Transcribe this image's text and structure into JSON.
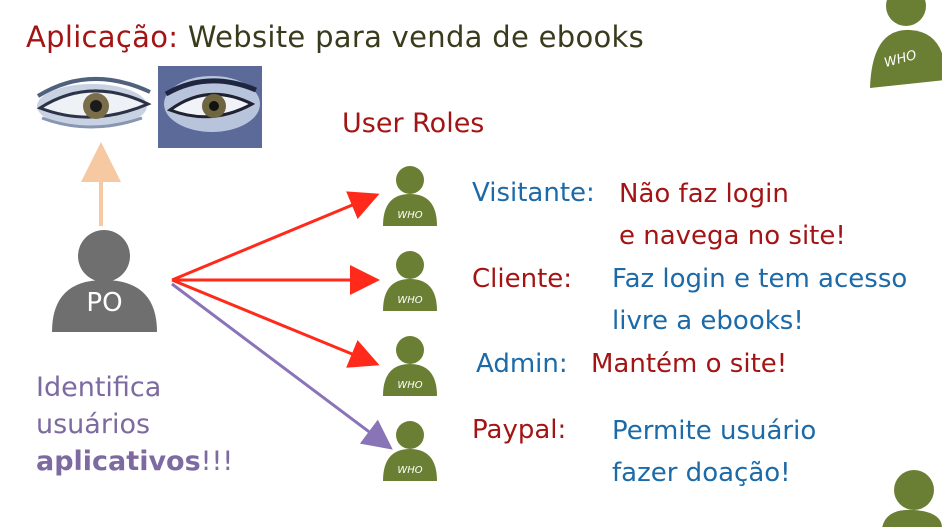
{
  "title": {
    "label": "Aplicação:",
    "text": "Website para venda de ebooks"
  },
  "roles_heading": "User Roles",
  "po_label": "PO",
  "identifica": {
    "line1": "Identifica",
    "line2": "usuários",
    "bold": "aplicativos",
    "suffix": "!!!"
  },
  "who_label": "WHO",
  "roles": [
    {
      "label": "Visitante:",
      "desc_line1": "Não faz login",
      "desc_line2": "e navega no site!"
    },
    {
      "label": "Cliente:",
      "desc_line1": "Faz login e tem acesso",
      "desc_line2": "livre a ebooks!"
    },
    {
      "label": "Admin:",
      "desc_line1": "Mantém o site!"
    },
    {
      "label": "Paypal:",
      "desc_line1": "Permite usuário",
      "desc_line2": "fazer doação!"
    }
  ],
  "colors": {
    "red": "#a31515",
    "blue": "#1c6aa8",
    "green": "#6b7f34",
    "gray": "#6f6f6f",
    "purple": "#7c6aa0",
    "arrow_red": "#ff2a1a",
    "arrow_peach": "#f6c9a3"
  },
  "icons": [
    "eyes-image",
    "po-person-icon",
    "who-person-icon",
    "arrow-icon"
  ]
}
